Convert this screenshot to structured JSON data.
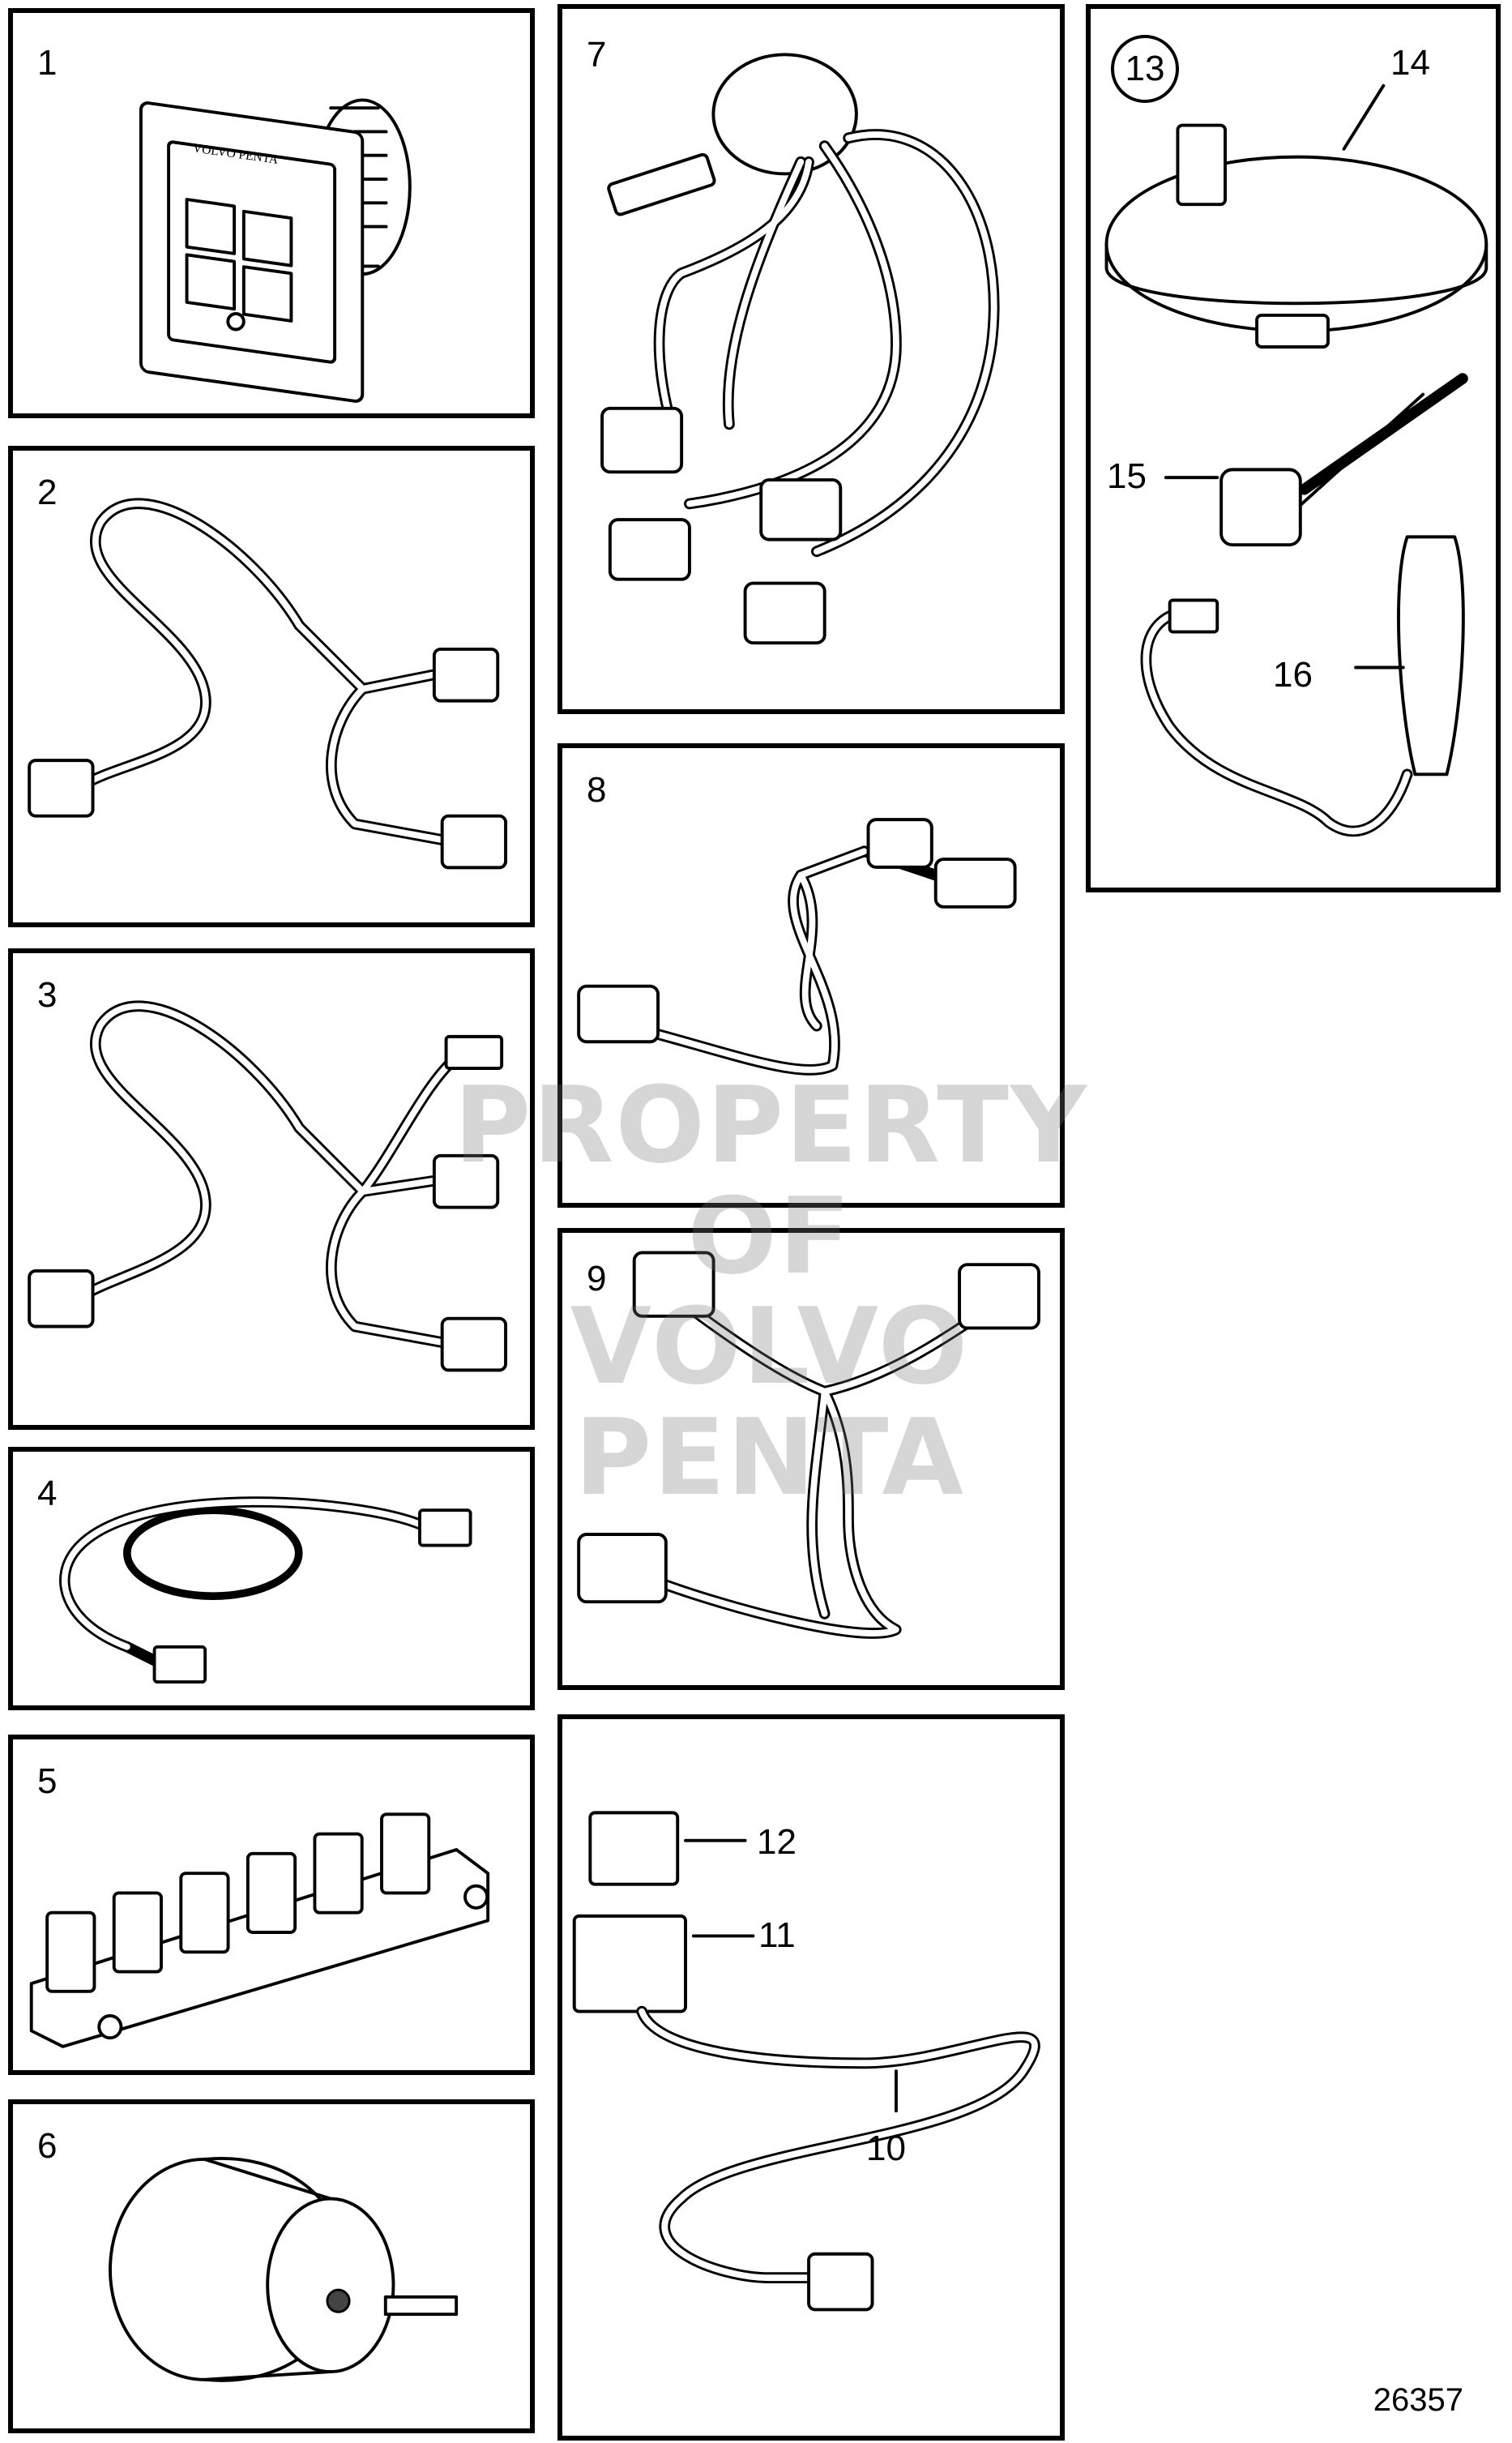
{
  "panels": [
    {
      "number": "1"
    },
    {
      "number": "2"
    },
    {
      "number": "3"
    },
    {
      "number": "4"
    },
    {
      "number": "5"
    },
    {
      "number": "6"
    },
    {
      "number": "7"
    },
    {
      "number": "8"
    },
    {
      "number": "9"
    },
    {
      "number": "10"
    }
  ],
  "callouts": {
    "c11": "11",
    "c12": "12",
    "c13": "13",
    "c14": "14",
    "c15": "15",
    "c16": "16"
  },
  "watermark": {
    "line1": "PROPERTY OF",
    "line2": "VOLVO PENTA"
  },
  "labels": {
    "brand": "VOLVO PENTA"
  },
  "drawing_number": "26357"
}
